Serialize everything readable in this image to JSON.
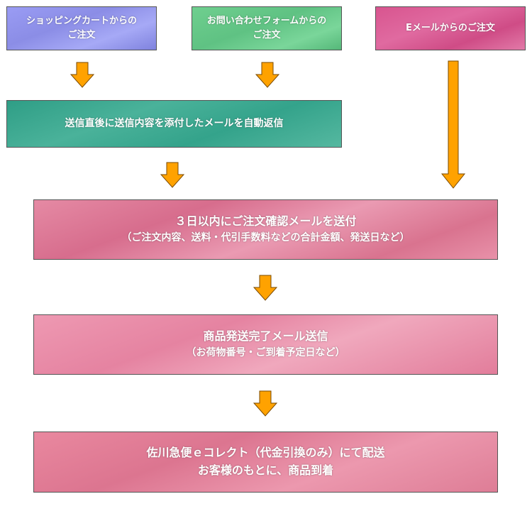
{
  "boxes": {
    "cart": {
      "line1": "ショッピングカートからの",
      "line2": "ご注文"
    },
    "form": {
      "line1": "お問い合わせフォームからの",
      "line2": "ご注文"
    },
    "email": {
      "line1": "Eメールからのご注文"
    },
    "auto_reply": {
      "line1": "送信直後に送信内容を添付したメールを自動返信"
    },
    "confirm": {
      "line1": "３日以内にご注文確認メールを送付",
      "line2": "（ご注文内容、送料・代引手数料などの合計金額、発送日など）"
    },
    "shipped": {
      "line1": "商品発送完了メール送信",
      "line2": "（お荷物番号・ご到着予定日など）"
    },
    "delivery": {
      "line1": "佐川急便ｅコレクト（代金引換のみ）にて配送",
      "line2": "お客様のもとに、商品到着"
    }
  },
  "colors": {
    "arrow_fill": "#ffa200",
    "arrow_stroke": "#7a4a00",
    "cart": "#8b8de6",
    "form": "#5fc283",
    "email": "#d8558f",
    "auto_reply": "#3aa58d",
    "pink": "#e07e9b"
  }
}
